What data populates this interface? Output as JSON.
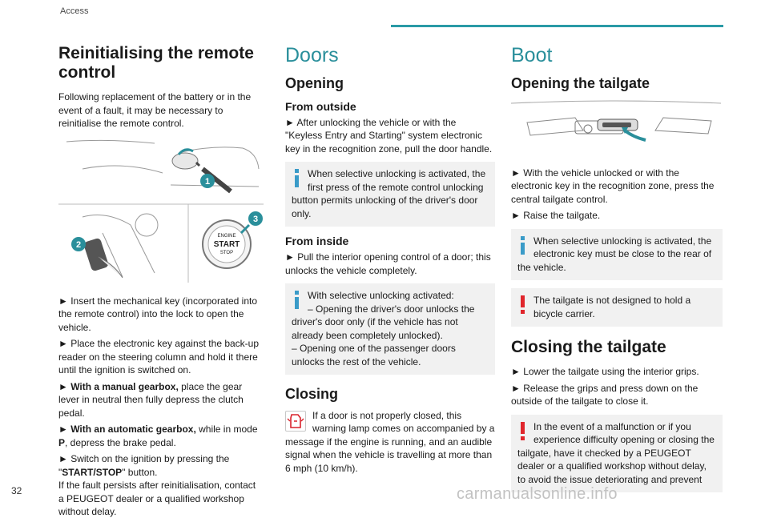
{
  "header": {
    "section": "Access",
    "page_number": "32"
  },
  "watermark": "carmanualsonline.info",
  "col1": {
    "title": "Reinitialising the remote control",
    "intro": "Following replacement of the battery or in the event of a fault, it may be necessary to reinitialise the remote control.",
    "figure": {
      "badge1": "1",
      "badge2": "2",
      "badge3": "3",
      "button_line1": "ENGINE",
      "button_line2": "START",
      "button_line3": "STOP"
    },
    "steps": [
      "► Insert the mechanical key (incorporated into the remote control) into the lock to open the vehicle.",
      "► Place the electronic key against the back-up reader on the steering column and hold it there until the ignition is switched on."
    ],
    "step_manual_lead": "► With a manual gearbox,",
    "step_manual_rest": " place the gear lever in neutral then fully depress the clutch pedal.",
    "step_auto_lead": "► With an automatic gearbox,",
    "step_auto_mid": " while in mode ",
    "step_auto_mode": "P",
    "step_auto_rest": ", depress the brake pedal.",
    "step_switch_pre": "► Switch on the ignition by pressing the \"",
    "step_switch_btn": "START/STOP",
    "step_switch_post": "\" button.",
    "outro": "If the fault persists after reinitialisation, contact a PEUGEOT dealer or a qualified workshop without delay."
  },
  "col2": {
    "section": "Doors",
    "opening": "Opening",
    "from_outside": "From outside",
    "outside_text": "► After unlocking the vehicle or with the \"Keyless Entry and Starting\" system electronic key in the recognition zone, pull the door handle.",
    "note1": "When selective unlocking is activated, the first press of the remote control unlocking button permits unlocking of the driver's door only.",
    "from_inside": "From inside",
    "inside_text": "► Pull the interior opening control of a door; this unlocks the vehicle completely.",
    "note2_l1": "With selective unlocking activated:",
    "note2_l2": "– Opening the driver's door unlocks the driver's door only (if the vehicle has not already been completely unlocked).",
    "note2_l3": "– Opening one of the passenger doors unlocks the rest of the vehicle.",
    "closing": "Closing",
    "closing_text": "If a door is not properly closed, this warning lamp comes on accompanied by a message if the engine is running, and an audible signal when the vehicle is travelling at more than 6 mph (10 km/h)."
  },
  "col3": {
    "section": "Boot",
    "opening": "Opening the tailgate",
    "step1": "► With the vehicle unlocked or with the electronic key in the recognition zone, press the central tailgate control.",
    "step2": "► Raise the tailgate.",
    "note1": "When selective unlocking is activated, the electronic key must be close to the rear of the vehicle.",
    "warn1": "The tailgate is not designed to hold a bicycle carrier.",
    "closing": "Closing the tailgate",
    "close_step1": "► Lower the tailgate using the interior grips.",
    "close_step2": "► Release the grips and press down on the outside of the tailgate to close it.",
    "warn2": "In the event of a malfunction or if you experience difficulty opening or closing the tailgate, have it checked by a PEUGEOT dealer or a qualified workshop without delay, to avoid the issue deteriorating and prevent"
  },
  "icons": {
    "info": "info-icon",
    "warning": "exclamation-icon",
    "door": "door-open-warning-icon"
  },
  "colors": {
    "accent": "#2a8f9b",
    "info": "#3a9bc8",
    "warn": "#e0262c",
    "door_lamp": "#d9232d"
  }
}
